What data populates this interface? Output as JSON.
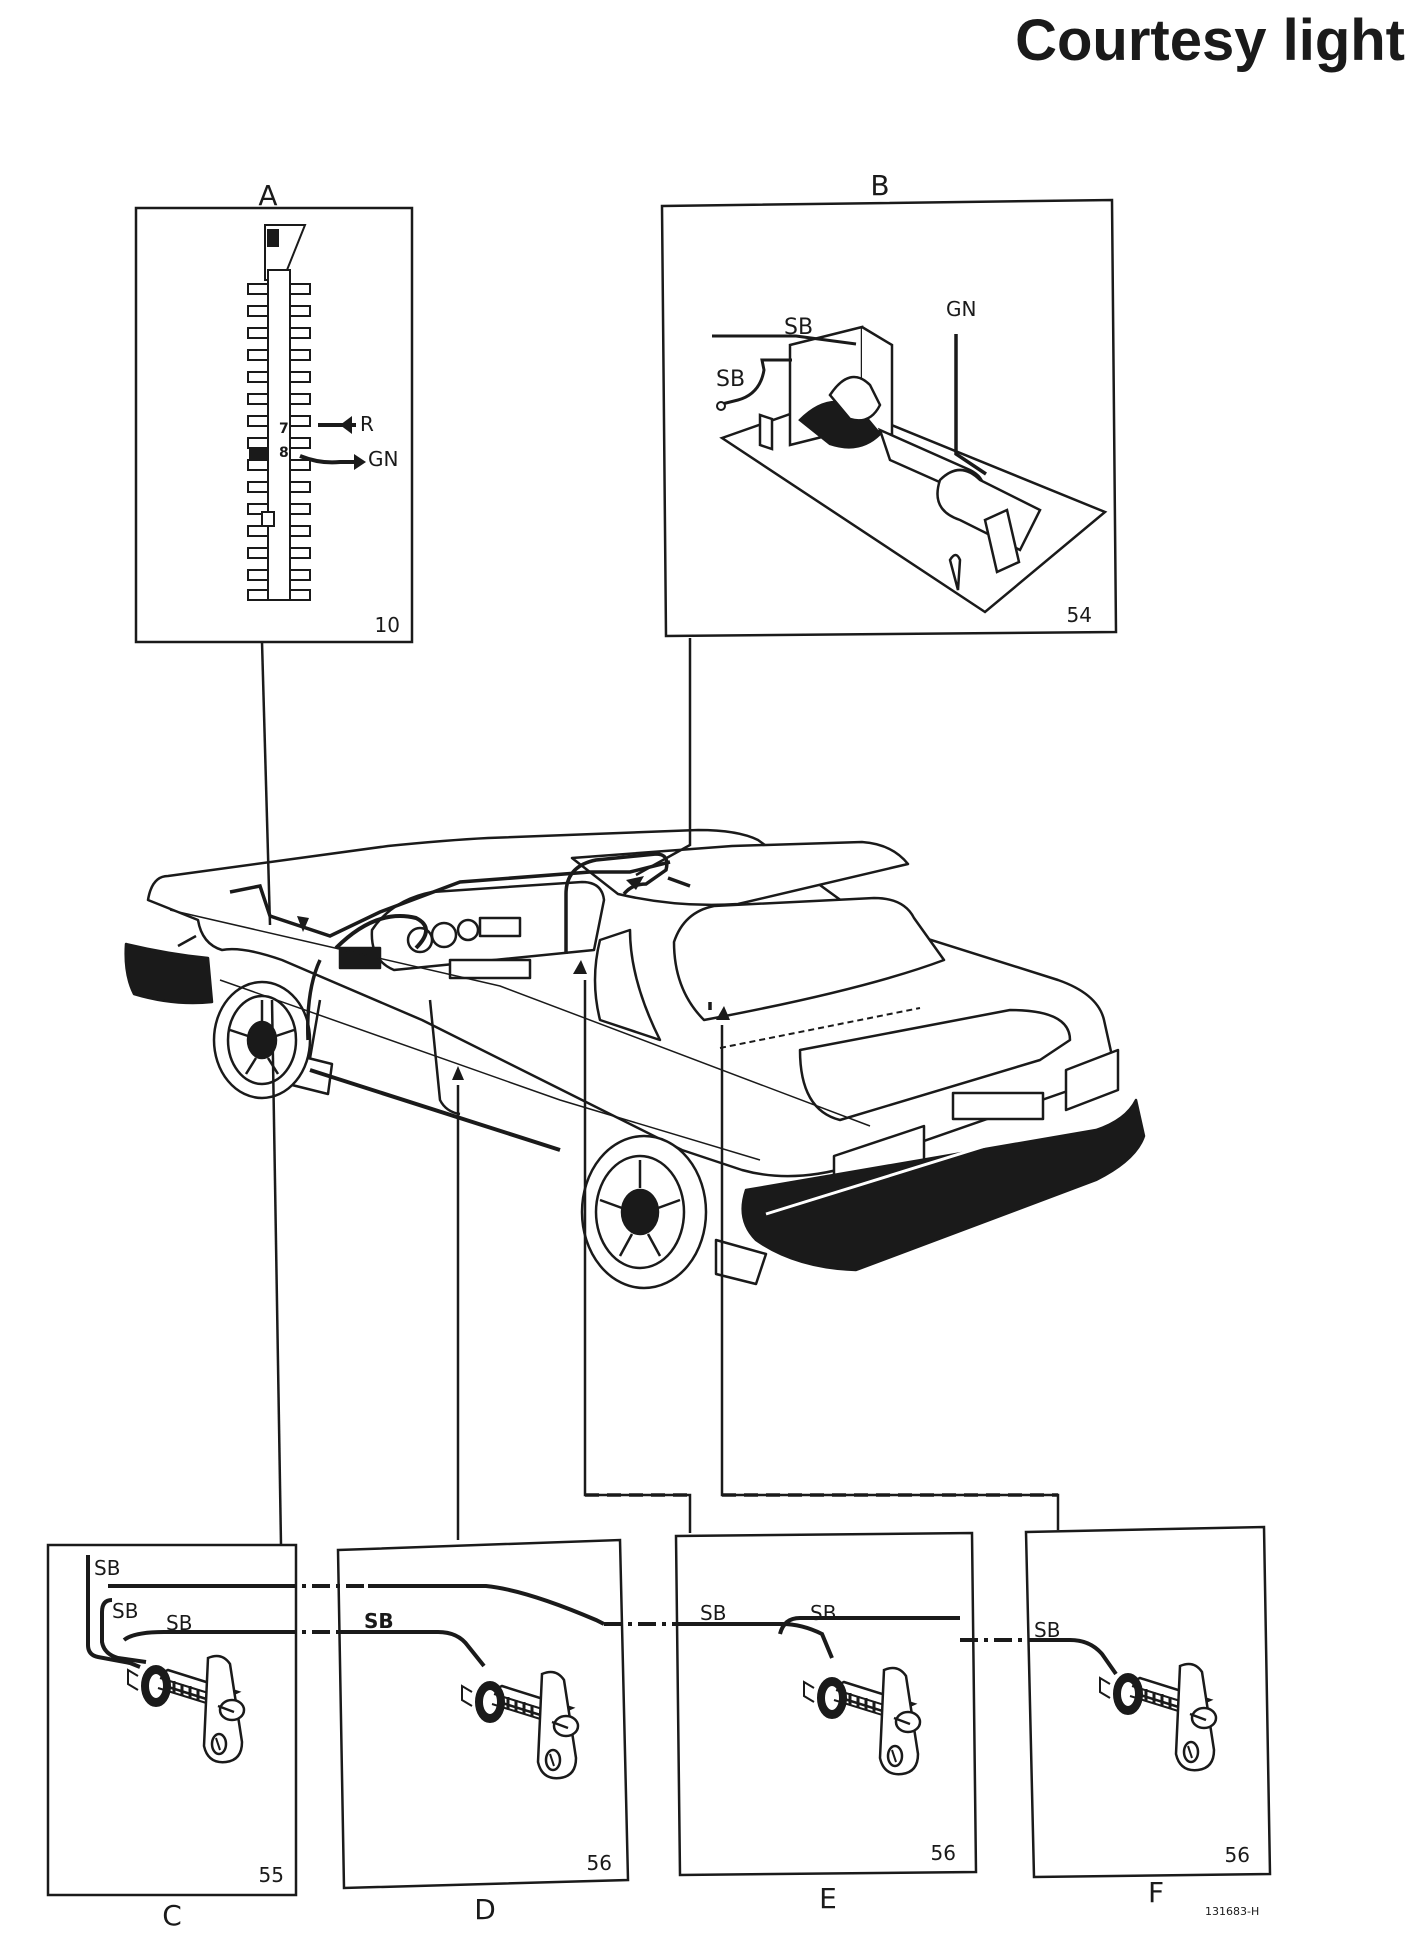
{
  "title": "Courtesy light",
  "drawing_number": "131683-H",
  "panels": {
    "A": {
      "letter": "A",
      "number": "10",
      "pin_7": "7",
      "pin_8": "8",
      "wire_r": "R",
      "wire_gn": "GN"
    },
    "B": {
      "letter": "B",
      "number": "54",
      "wire_sb_1": "SB",
      "wire_sb_2": "SB",
      "wire_gn": "GN"
    },
    "C": {
      "letter": "C",
      "number": "55",
      "wire_sb_1": "SB",
      "wire_sb_2": "SB",
      "wire_sb_3": "SB"
    },
    "D": {
      "letter": "D",
      "number": "56",
      "wire_sb": "SB"
    },
    "E": {
      "letter": "E",
      "number": "56",
      "wire_sb_1": "SB",
      "wire_sb_2": "SB"
    },
    "F": {
      "letter": "F",
      "number": "56",
      "wire_sb": "SB"
    }
  }
}
